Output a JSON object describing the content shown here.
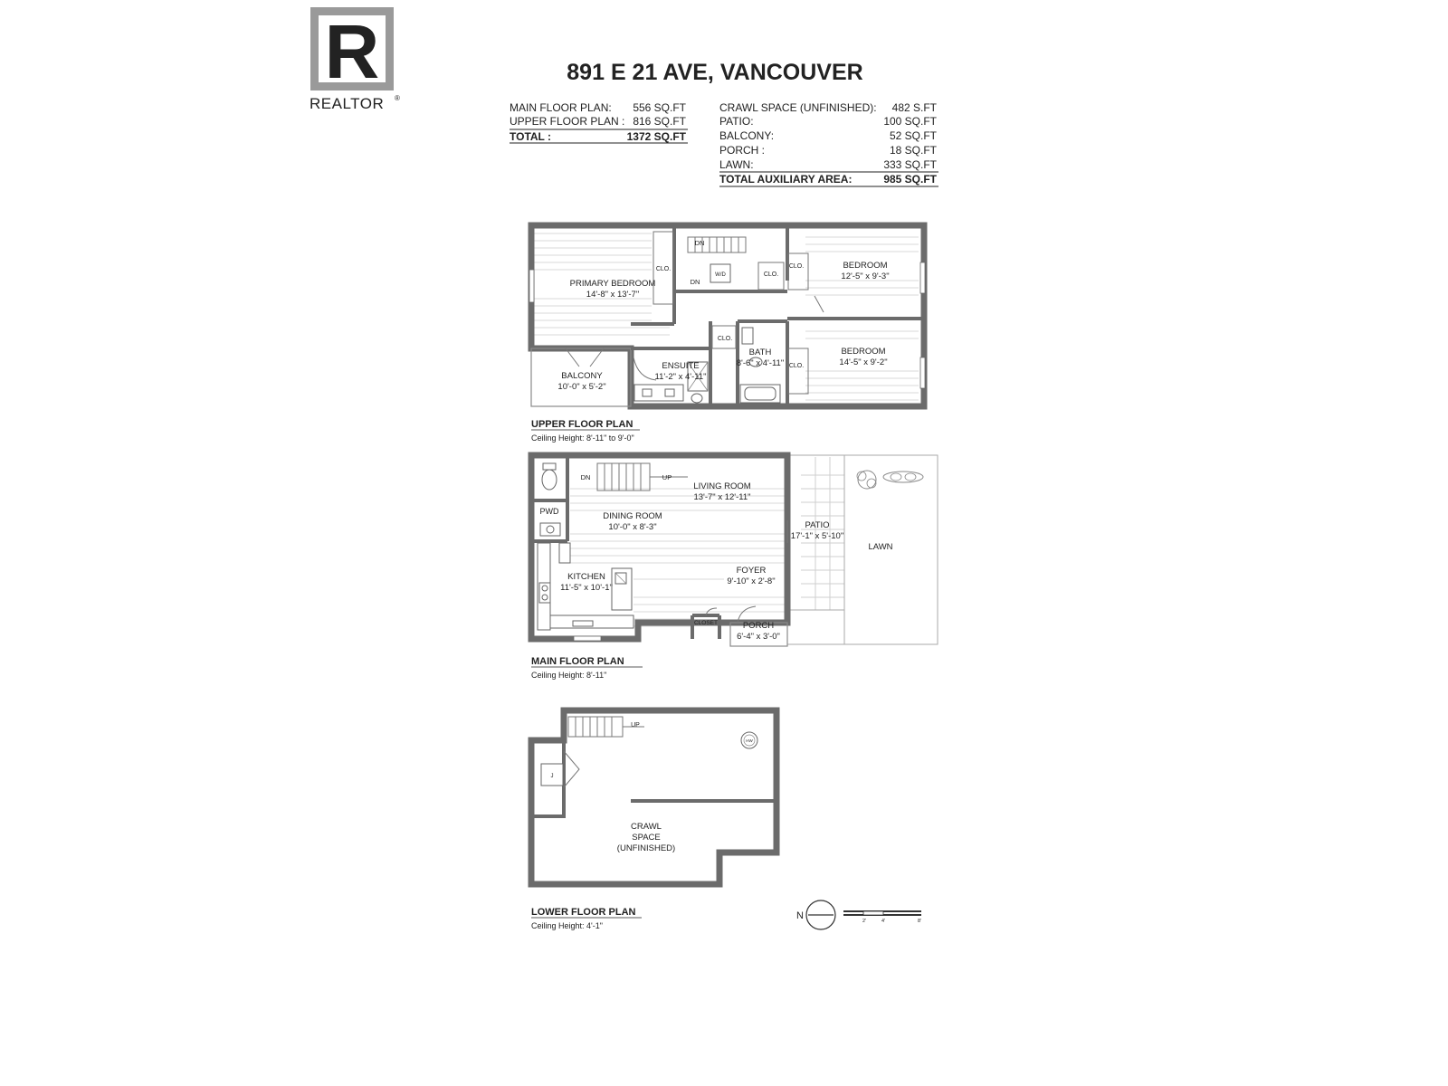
{
  "logo": {
    "letter": "R",
    "wordmark": "REALTOR",
    "registered": "®"
  },
  "title": "891 E 21 AVE, VANCOUVER",
  "areas_left": [
    {
      "label": "MAIN FLOOR PLAN:",
      "value": "556 SQ.FT"
    },
    {
      "label": "UPPER FLOOR PLAN :",
      "value": "816 SQ.FT"
    }
  ],
  "total_left": {
    "label": "TOTAL :",
    "value": "1372 SQ.FT"
  },
  "areas_right": [
    {
      "label": "CRAWL SPACE (UNFINISHED):",
      "value": "482 S.FT"
    },
    {
      "label": "PATIO:",
      "value": "100 SQ.FT"
    },
    {
      "label": "BALCONY:",
      "value": "52 SQ.FT"
    },
    {
      "label": "PORCH :",
      "value": "18 SQ.FT"
    },
    {
      "label": "LAWN:",
      "value": "333 SQ.FT"
    }
  ],
  "total_right": {
    "label": "TOTAL AUXILIARY AREA:",
    "value": "985 SQ.FT"
  },
  "upper": {
    "heading": "UPPER FLOOR PLAN",
    "ceiling": "Ceiling Height: 8'-11\" to 9'-0\"",
    "primary": {
      "name": "PRIMARY BEDROOM",
      "dim": "14'-8\" x 13'-7\""
    },
    "bedroom1": {
      "name": "BEDROOM",
      "dim": "12'-5\" x 9'-3\""
    },
    "bedroom2": {
      "name": "BEDROOM",
      "dim": "14'-5\" x 9'-2\""
    },
    "ensuite": {
      "name": "ENSUITE",
      "dim": "11'-2\" x 4'-11\""
    },
    "bath": {
      "name": "BATH",
      "dim": "8'-6\" x 4'-11\""
    },
    "balcony": {
      "name": "BALCONY",
      "dim": "10'-0\" x 5'-2\""
    },
    "clo": "CLO.",
    "dn": "DN",
    "wd": "W/D"
  },
  "main": {
    "heading": "MAIN FLOOR PLAN",
    "ceiling": "Ceiling Height: 8'-11\"",
    "living": {
      "name": "LIVING ROOM",
      "dim": "13'-7\" x 12'-11\""
    },
    "dining": {
      "name": "DINING ROOM",
      "dim": "10'-0\" x 8'-3\""
    },
    "kitchen": {
      "name": "KITCHEN",
      "dim": "11'-5\" x 10'-1\""
    },
    "foyer": {
      "name": "FOYER",
      "dim": "9'-10\" x 2'-8\""
    },
    "patio": {
      "name": "PATIO",
      "dim": "17'-1\" x 5'-10\""
    },
    "porch": {
      "name": "PORCH",
      "dim": "6'-4\" x 3'-0\""
    },
    "lawn": "LAWN",
    "pwd": "PWD",
    "closet": "CLOSET",
    "dn": "DN",
    "up": "UP"
  },
  "lower": {
    "heading": "LOWER FLOOR PLAN",
    "ceiling": "Ceiling Height: 4'-1\"",
    "crawl_l1": "CRAWL",
    "crawl_l2": "SPACE",
    "crawl_l3": "(UNFINISHED)",
    "up": "UP",
    "hw": "HW"
  },
  "north": "N",
  "scale_ticks": [
    "2'",
    "4'",
    "8'"
  ]
}
